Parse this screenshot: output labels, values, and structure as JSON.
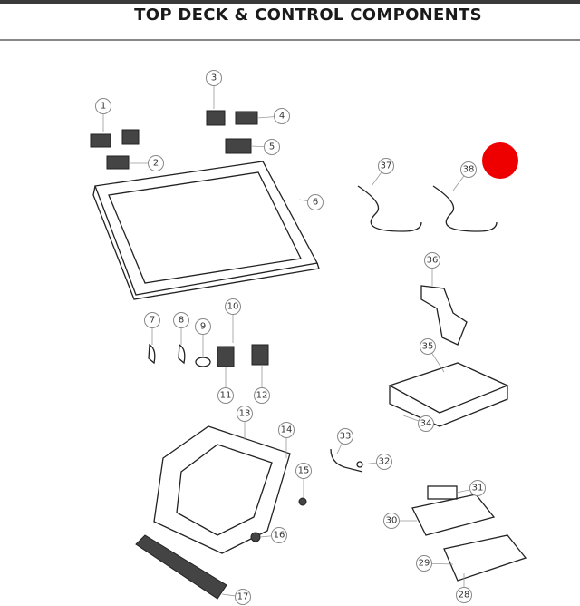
{
  "header": {
    "title": "TOP DECK & CONTROL COMPONENTS"
  },
  "marker_color": "#ee0000",
  "callouts": [
    "1",
    "2",
    "3",
    "4",
    "5",
    "6",
    "7",
    "8",
    "9",
    "10",
    "11",
    "12",
    "13",
    "14",
    "15",
    "16",
    "17",
    "28",
    "29",
    "30",
    "31",
    "32",
    "33",
    "34",
    "35",
    "36",
    "37",
    "38"
  ]
}
